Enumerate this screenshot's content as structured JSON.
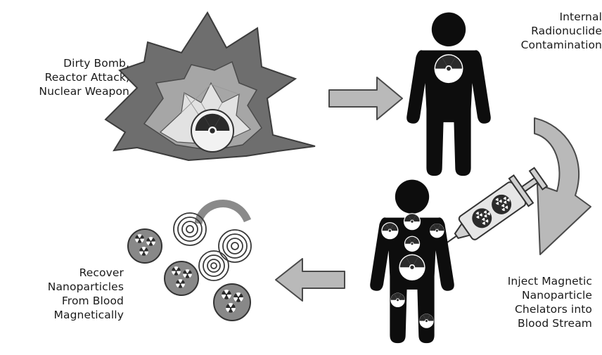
{
  "labels": {
    "source": [
      "Dirty Bomb,",
      "Reactor Attack,",
      "Nuclear Weapon"
    ],
    "contamination": [
      "Internal",
      "Radionuclide",
      "Contamination"
    ],
    "injection": [
      "Inject Magnetic",
      "Nanoparticle",
      "Chelators into",
      "Blood Stream"
    ],
    "recovery": [
      "Recover",
      "Nanoparticles",
      "From Blood",
      "Magnetically"
    ]
  },
  "icons": {
    "explosion": "explosion-icon",
    "radiation": "radiation-trefoil-icon",
    "person": "person-silhouette-icon",
    "syringe": "syringe-icon",
    "nanoparticle": "nanoparticle-cluster-icon",
    "magnet": "magnet-coil-icon",
    "arrow": "flow-arrow-icon"
  },
  "colors": {
    "silhouette": "#0d0d0d",
    "arrow_fill": "#b9b9b9",
    "arrow_stroke": "#4a4a4a",
    "blast_outer": "#6e6e6e",
    "blast_mid": "#a6a6a6",
    "blast_inner": "#d8d8d8",
    "particle": "#888888",
    "trefoil": "#2b2b2b"
  }
}
